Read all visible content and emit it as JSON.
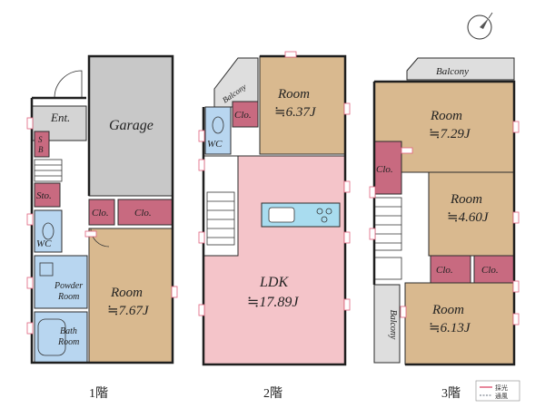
{
  "floors": [
    {
      "label": "1階",
      "rooms": {
        "ent": "Ent.",
        "garage": "Garage",
        "sb": [
          "S",
          "B"
        ],
        "sto": "Sto.",
        "wc": "WC",
        "powder": [
          "Powder",
          "Room"
        ],
        "bath": [
          "Bath",
          "Room"
        ],
        "clo_a": "Clo.",
        "clo_b": "Clo.",
        "room": {
          "name": "Room",
          "size": "≒7.67J"
        }
      }
    },
    {
      "label": "2階",
      "rooms": {
        "balcony": "Balcony",
        "clo": "Clo.",
        "wc": "WC",
        "room": {
          "name": "Room",
          "size": "≒6.37J"
        },
        "ldk": {
          "name": "LDK",
          "size": "≒17.89J"
        }
      }
    },
    {
      "label": "3階",
      "rooms": {
        "balcony_top": "Balcony",
        "balcony_side": "Balcony",
        "room_a": {
          "name": "Room",
          "size": "≒7.29J"
        },
        "room_b": {
          "name": "Room",
          "size": "≒4.60J"
        },
        "room_c": {
          "name": "Room",
          "size": "≒6.13J"
        },
        "clo_a": "Clo.",
        "clo_b": "Clo.",
        "clo_c": "Clo."
      }
    }
  ],
  "legend": {
    "light": "採光",
    "vent": "通風"
  },
  "colors": {
    "room": "#d9b98f",
    "closet": "#c86a80",
    "wet": "#b8d6f0",
    "garage": "#c8c8c8",
    "balcony": "#dedede",
    "ent": "#d4d4d4",
    "ldk": "#f4c4c9",
    "light_mark": "#e0607a",
    "vent_mark": "#9aa0a8"
  },
  "icons": {
    "compass": "north-arrow-icon"
  }
}
